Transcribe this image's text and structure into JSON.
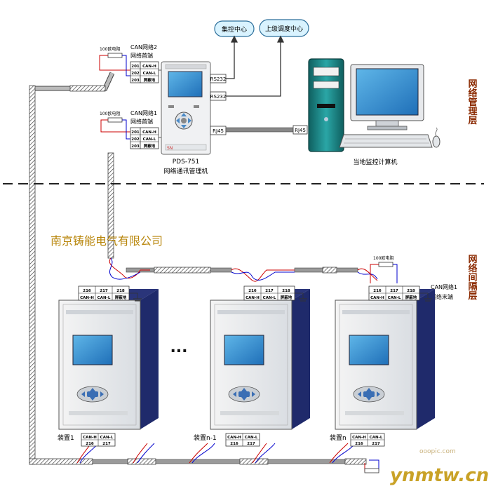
{
  "top_targets": {
    "jikong_center": "集控中心",
    "upper_dispatch_center": "上级调度中心"
  },
  "network_manager": {
    "model": "PDS-751",
    "name": "网络通讯管理机",
    "port_labels": [
      "RS232",
      "RS232",
      "RJ45"
    ]
  },
  "computer": {
    "port": "RJ45",
    "caption": "当地监控计算机"
  },
  "can_nodes": {
    "resistor_label": "100欧电阻",
    "can2_title": "CAN网络2",
    "can2_subtitle": "网络首端",
    "can1_title": "CAN网络1",
    "can1_subtitle": "网络首端",
    "can1_end_title": "CAN网络1",
    "can1_end_subtitle": "网络末端",
    "term_nums": [
      "201",
      "202",
      "203"
    ],
    "term_labels": [
      "CAN-H",
      "CAN-L",
      "屏蔽地"
    ]
  },
  "layers": {
    "management": "网络管理层",
    "bay": "网络间隔层"
  },
  "company": "南京铸能电气有限公司",
  "devices": {
    "labels": [
      "装置1",
      "装置n-1",
      "装置n"
    ],
    "ellipsis": "...",
    "top_term_nums": [
      "216",
      "217",
      "218"
    ],
    "top_term_labels": [
      "CAN-H",
      "CAN-L",
      "屏蔽地"
    ],
    "bottom_term_nums": [
      "216",
      "217"
    ],
    "bottom_term_labels": [
      "CAN-H",
      "CAN-L"
    ]
  },
  "watermarks": {
    "ooopic": "ooopic.com",
    "ynmtw": "ynmtw.cn"
  }
}
